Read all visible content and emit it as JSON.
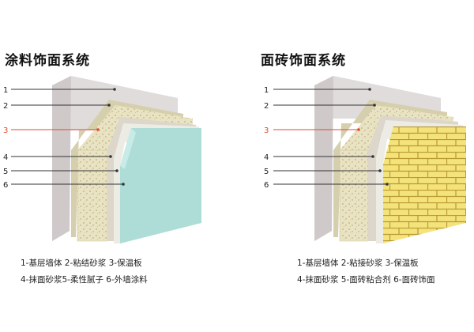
{
  "colors": {
    "wall": "#e0dcdc",
    "wall_dark": "#c6c0c0",
    "insulation": "#e9e3c3",
    "mortar": "#d6cfae",
    "paint_face": "#aedcd6",
    "brick": "#f4e27a",
    "joint": "#b89a30",
    "leader_red": "#e34a2d",
    "leader_dark": "#333333"
  },
  "left_panel": {
    "title": "涂料饰面系统",
    "layer_numbers": [
      "1",
      "2",
      "3",
      "4",
      "5",
      "6"
    ],
    "caption_line1": "1-基层墙体 2-粘结砂浆 3-保温板",
    "caption_line2": "4-抹面砂浆5-柔性腻子 6-外墙涂料"
  },
  "right_panel": {
    "title": "面砖饰面系统",
    "layer_numbers": [
      "1",
      "2",
      "3",
      "4",
      "5",
      "6"
    ],
    "caption_line1": "1-基层墙体 2-粘接砂浆 3-保温板",
    "caption_line2": "4-抹面砂浆 5-面砖粘合剂 6-面砖饰面"
  }
}
